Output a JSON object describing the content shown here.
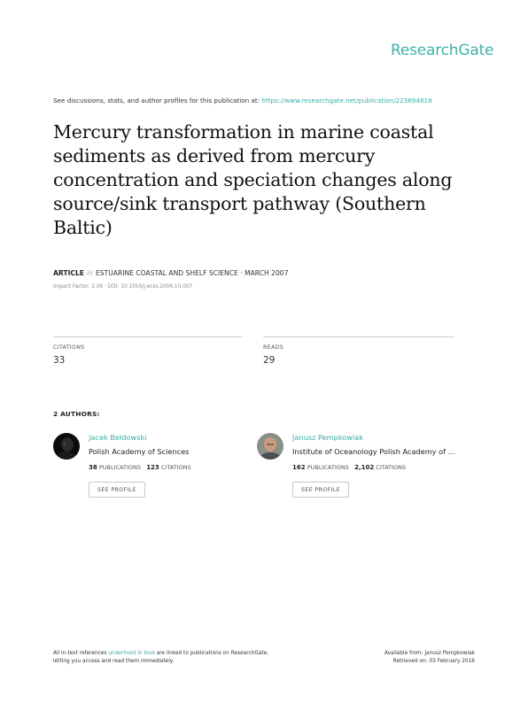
{
  "header": {
    "brand": "ResearchGate"
  },
  "discuss": {
    "text": "See discussions, stats, and author profiles for this publication at:",
    "url": "https://www.researchgate.net/publication/223694818"
  },
  "paper": {
    "title_lines": [
      "Mercury transformation in marine coastal",
      "sediments as derived from mercury",
      "concentration and speciation changes along",
      "source/sink transport pathway (Southern",
      "Baltic)"
    ],
    "type": "ARTICLE",
    "in_word": "in",
    "journal": "ESTUARINE COASTAL AND SHELF SCIENCE · MARCH 2007",
    "impact": "Impact Factor: 2.06 · DOI: 10.1016/j.ecss.2006.10.007"
  },
  "stats": {
    "citations_label": "CITATIONS",
    "citations_value": "33",
    "reads_label": "READS",
    "reads_value": "29"
  },
  "authors_heading": "2 AUTHORS:",
  "authors": [
    {
      "name": "Jacek Bełdowski",
      "institution": "Polish Academy of Sciences",
      "publications": "38",
      "publications_label": "PUBLICATIONS",
      "citations": "123",
      "citations_label": "CITATIONS",
      "button": "SEE PROFILE"
    },
    {
      "name": "Janusz Pempkowiak",
      "institution": "Institute of Oceanology Polish Academy of …",
      "publications": "162",
      "publications_label": "PUBLICATIONS",
      "citations": "2,102",
      "citations_label": "CITATIONS",
      "button": "SEE PROFILE"
    }
  ],
  "footer": {
    "left_1a": "All in-text references",
    "left_1_link": "underlined in blue",
    "left_1b": "are linked to publications on ResearchGate,",
    "left_2": "letting you access and read them immediately.",
    "right_1": "Available from: Janusz Pempkowiak",
    "right_2": "Retrieved on: 03 February 2016"
  },
  "colors": {
    "brand": "#3cb4a8",
    "link": "#36b0a5"
  }
}
